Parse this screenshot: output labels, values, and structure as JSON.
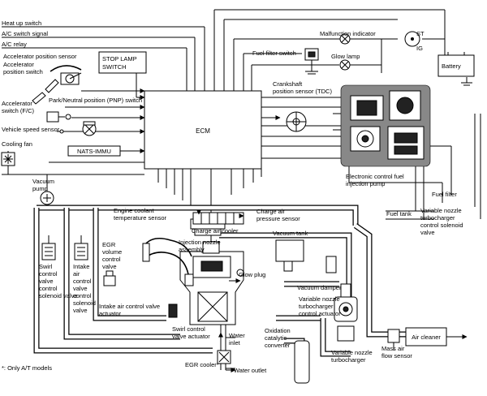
{
  "labels": {
    "heat_up_switch": "Heat up switch",
    "ac_switch_signal": "A/C switch signal",
    "ac_relay": "A/C relay",
    "accel_position_sensor": "Accelerator position sensor",
    "accel_position_switch_1": "Accelerator",
    "accel_position_switch_2": "position switch",
    "accel_switch_fc_1": "Accelerator",
    "accel_switch_fc_2": "switch (F/C)",
    "pnp_switch": "Park/Neutral position (PNP) switch",
    "vehicle_speed_sensor": "Vehicle speed sensor",
    "cooling_fan": "Cooling fan",
    "vacuum_1": "Vacuum",
    "vacuum_2": "pump",
    "stop_lamp_switch_1": "STOP LAMP",
    "stop_lamp_switch_2": "SWITCH",
    "ecm": "ECM",
    "nats_immu": "NATS-IMMU",
    "crankshaft_1": "Crankshaft",
    "crankshaft_2": "position sensor (TDC)",
    "fuel_filter_switch": "Fuel filter switch",
    "malfunction_indicator": "Malfunction indicator",
    "glow_lamp": "Glow lamp",
    "battery": "Battery",
    "ignition_st": "ST",
    "ignition_ig": "IG",
    "fuel_pump_1": "Electronic control fuel",
    "fuel_pump_2": "injection pump",
    "fuel_filter": "Fuel filter",
    "fuel_tank": "Fuel tank",
    "vnt_solenoid_1": "Variable nozzle",
    "vnt_solenoid_2": "turbocharger",
    "vnt_solenoid_3": "control solenoid",
    "vnt_solenoid_4": "valve",
    "coolant_temp_1": "Engine coolant",
    "coolant_temp_2": "temperature sensor",
    "charge_air_1": "Charge air",
    "charge_air_2": "pressure sensor",
    "charge_air_cooler": "Charge air cooler",
    "injection_nozzle_1": "Injection nozzle",
    "injection_nozzle_2": "assembly",
    "glow_plug": "Glow plug",
    "vacuum_tank": "Vacuum tank",
    "vacuum_damper": "Vacuum damper",
    "vnt_actuator_1": "Variable nozzle",
    "vnt_actuator_2": "turbocharger",
    "vnt_actuator_3": "control actuator",
    "swirl_1": "Swirl",
    "swirl_2": "control",
    "swirl_3": "valve",
    "swirl_4": "control",
    "swirl_5": "solenoid valve",
    "intake_air_1": "Intake",
    "intake_air_2": "air",
    "intake_air_3": "control",
    "intake_air_4": "valve",
    "intake_air_5": "control",
    "intake_air_6": "solenoid",
    "intake_air_7": "valve",
    "egr_1": "EGR",
    "egr_2": "volume",
    "egr_3": "control",
    "egr_4": "valve",
    "intake_air_actuator_1": "Intake air control valve",
    "intake_air_actuator_2": "actuator",
    "swirl_actuator_1": "Swirl control",
    "swirl_actuator_2": "valve actuator",
    "water_inlet_1": "Water",
    "water_inlet_2": "inlet",
    "egr_cooler": "EGR cooler*",
    "water_outlet": "Water outlet",
    "oxidation_1": "Oxidation",
    "oxidation_2": "catalytic",
    "oxidation_3": "converter",
    "vnt_turbo_1": "Variable nozzle",
    "vnt_turbo_2": "turbocharger",
    "maf_1": "Mass air",
    "maf_2": "flow sensor",
    "air_cleaner": "Air cleaner",
    "at_models_note": "*: Only A/T models"
  }
}
